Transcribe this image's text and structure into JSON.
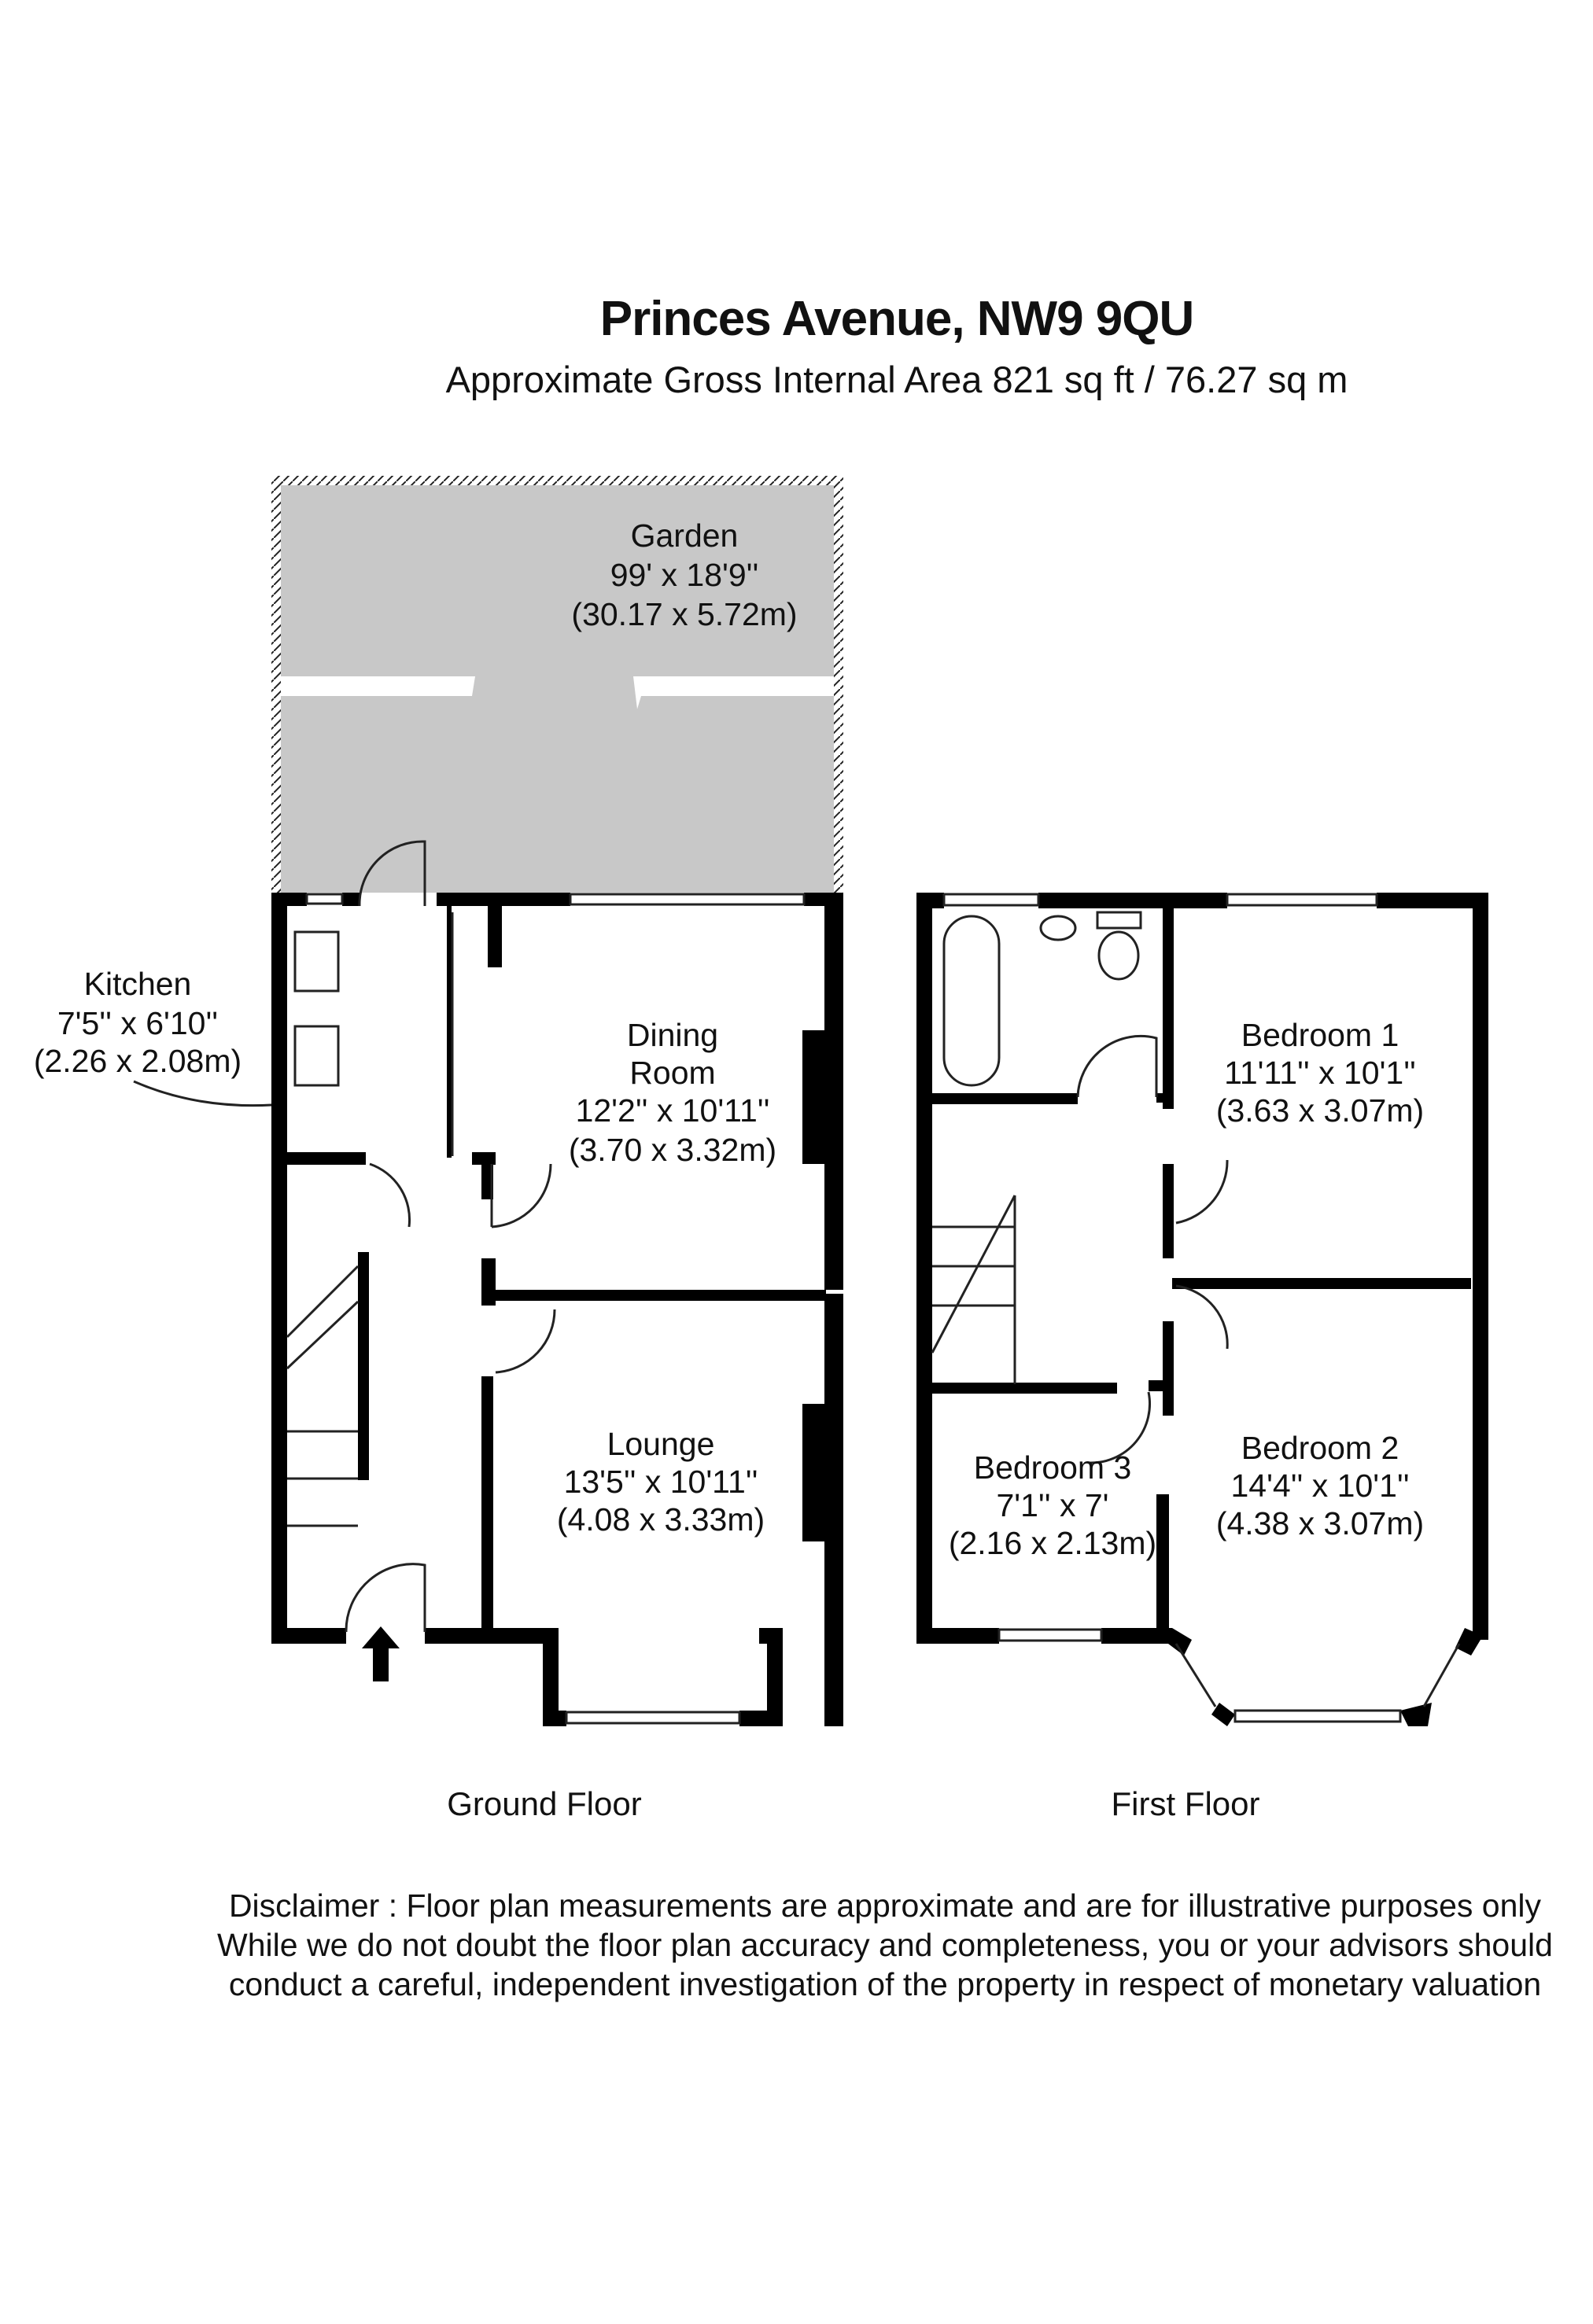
{
  "header": {
    "title": "Princes Avenue,  NW9 9QU",
    "subtitle": "Approximate Gross Internal Area 821 sq ft / 76.27 sq m"
  },
  "rooms": {
    "garden": {
      "name": "Garden",
      "imperial": "99' x 18'9''",
      "metric": "(30.17 x 5.72m)"
    },
    "kitchen": {
      "name": "Kitchen",
      "imperial": "7'5'' x 6'10''",
      "metric": "(2.26 x 2.08m)"
    },
    "dining": {
      "name1": "Dining",
      "name2": "Room",
      "imperial": "12'2'' x 10'11''",
      "metric": "(3.70 x 3.32m)"
    },
    "lounge": {
      "name": "Lounge",
      "imperial": "13'5'' x 10'11''",
      "metric": "(4.08 x 3.33m)"
    },
    "bedroom1": {
      "name": "Bedroom 1",
      "imperial": "11'11'' x 10'1''",
      "metric": "(3.63 x 3.07m)"
    },
    "bedroom2": {
      "name": "Bedroom 2",
      "imperial": "14'4'' x 10'1''",
      "metric": "(4.38 x 3.07m)"
    },
    "bedroom3": {
      "name": "Bedroom 3",
      "imperial": "7'1'' x 7'",
      "metric": "(2.16 x 2.13m)"
    }
  },
  "floors": {
    "ground": "Ground Floor",
    "first": "First Floor"
  },
  "disclaimer": {
    "line1": "Disclaimer : Floor plan measurements are approximate and are for illustrative purposes only",
    "line2": "While we do not doubt the floor plan accuracy and completeness, you or your advisors should",
    "line3": "conduct a careful, independent investigation of the property in respect of monetary valuation"
  },
  "colors": {
    "wall": "#000000",
    "garden": "#c8c8c8",
    "background": "#ffffff"
  }
}
